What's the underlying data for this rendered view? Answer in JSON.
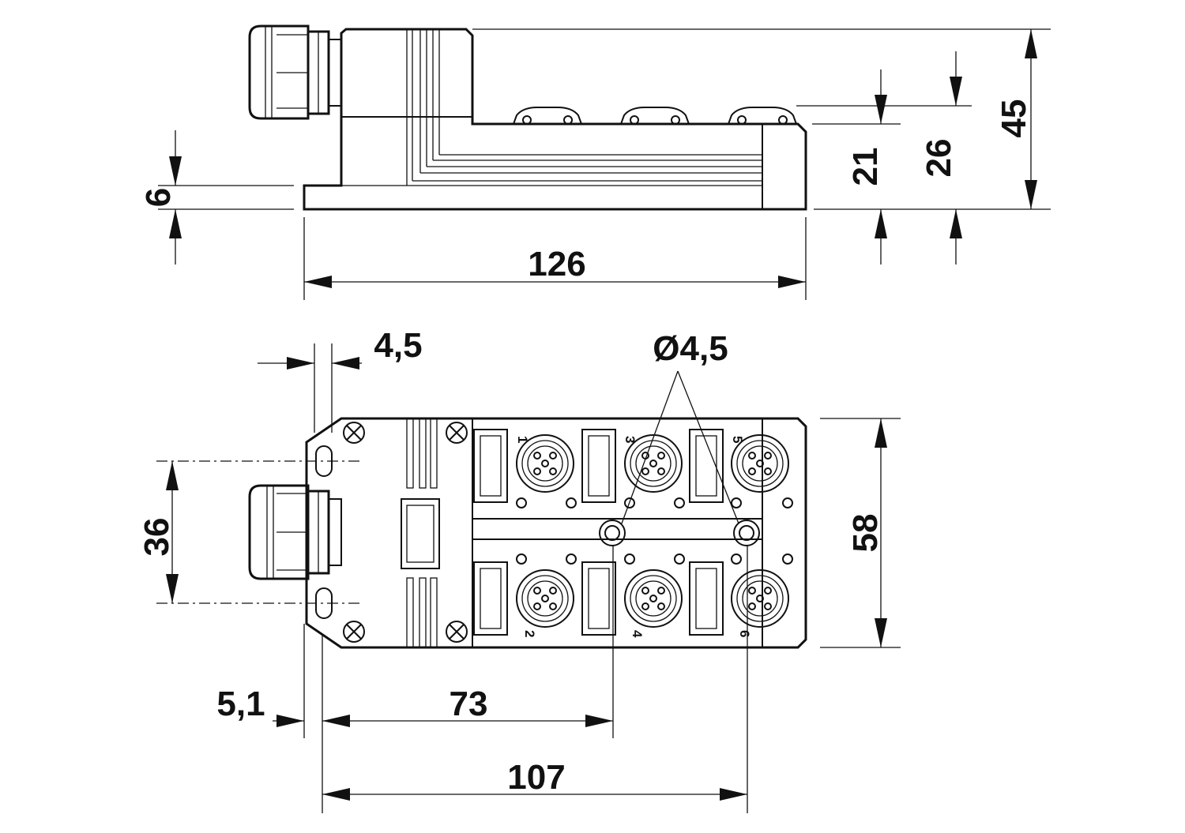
{
  "side_view": {
    "dim_length": "126",
    "dim_base_height": "6",
    "dim_body_height": "21",
    "dim_connector_height": "26",
    "dim_total_height": "45"
  },
  "top_view": {
    "dim_mount_plate": "4,5",
    "dim_hole_diameter": "Ø4,5",
    "dim_hole_spacing": "36",
    "dim_width": "58",
    "dim_offset": "5,1",
    "dim_first_hole": "73",
    "dim_second_hole": "107",
    "port_labels": [
      "1",
      "2",
      "3",
      "4",
      "5",
      "6"
    ]
  }
}
